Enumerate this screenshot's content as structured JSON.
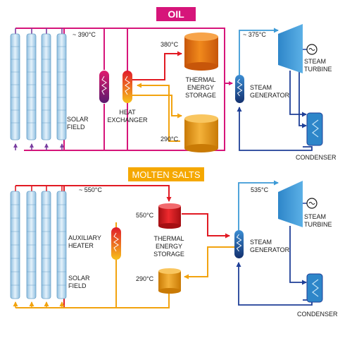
{
  "colors": {
    "oil": "#d6157a",
    "salt": "#f5a800",
    "blue": "#1f3f97",
    "red": "#e11a23",
    "orange": "#f2a30f",
    "turbine": "#3d9ad6",
    "collector": "#b9d9ee"
  },
  "oil": {
    "title": "OIL",
    "temp_hot": "~ 390°C",
    "solar_field": [
      "SOLAR",
      "FIELD"
    ],
    "heat_exchanger": [
      "HEAT",
      "EXCHANGER"
    ],
    "tank_hot_temp": "380°C",
    "tank_cold_temp": "290°C",
    "storage": [
      "THERMAL",
      "ENERGY",
      "STORAGE"
    ],
    "steam_temp": "~ 375°C",
    "steam_generator": [
      "STEAM",
      "GENERATOR"
    ],
    "turbine": [
      "STEAM",
      "TURBINE"
    ],
    "condenser": "CONDENSER"
  },
  "salts": {
    "title": "MOLTEN SALTS",
    "temp_hot": "~ 550°C",
    "auxiliary_heater": [
      "AUXILIARY",
      "HEATER"
    ],
    "solar_field": [
      "SOLAR",
      "FIELD"
    ],
    "tank_hot_temp": "550°C",
    "tank_cold_temp": "290°C",
    "storage": [
      "THERMAL",
      "ENERGY",
      "STORAGE"
    ],
    "steam_temp": "535°C",
    "steam_generator": [
      "STEAM",
      "GENERATOR"
    ],
    "turbine": [
      "STEAM",
      "TURBINE"
    ],
    "condenser": "CONDENSER"
  },
  "icons": {
    "generator": "tilde-icon",
    "heat_exchanger": "zigzag-coil-icon",
    "flow": "arrow-icon"
  }
}
